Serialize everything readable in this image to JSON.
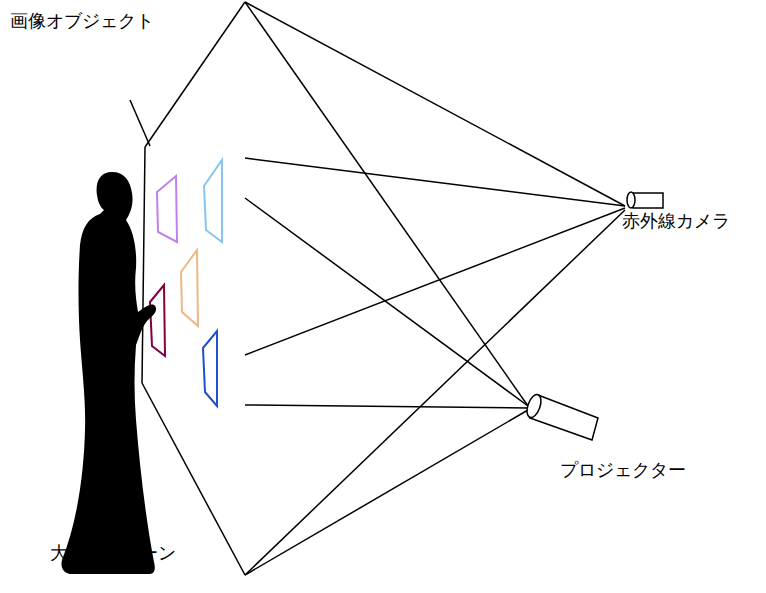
{
  "diagram": {
    "labels": [
      "画像オブジェクト",
      "赤外線カメラ",
      "プロジェクター",
      "大型スクリーン"
    ]
  }
}
